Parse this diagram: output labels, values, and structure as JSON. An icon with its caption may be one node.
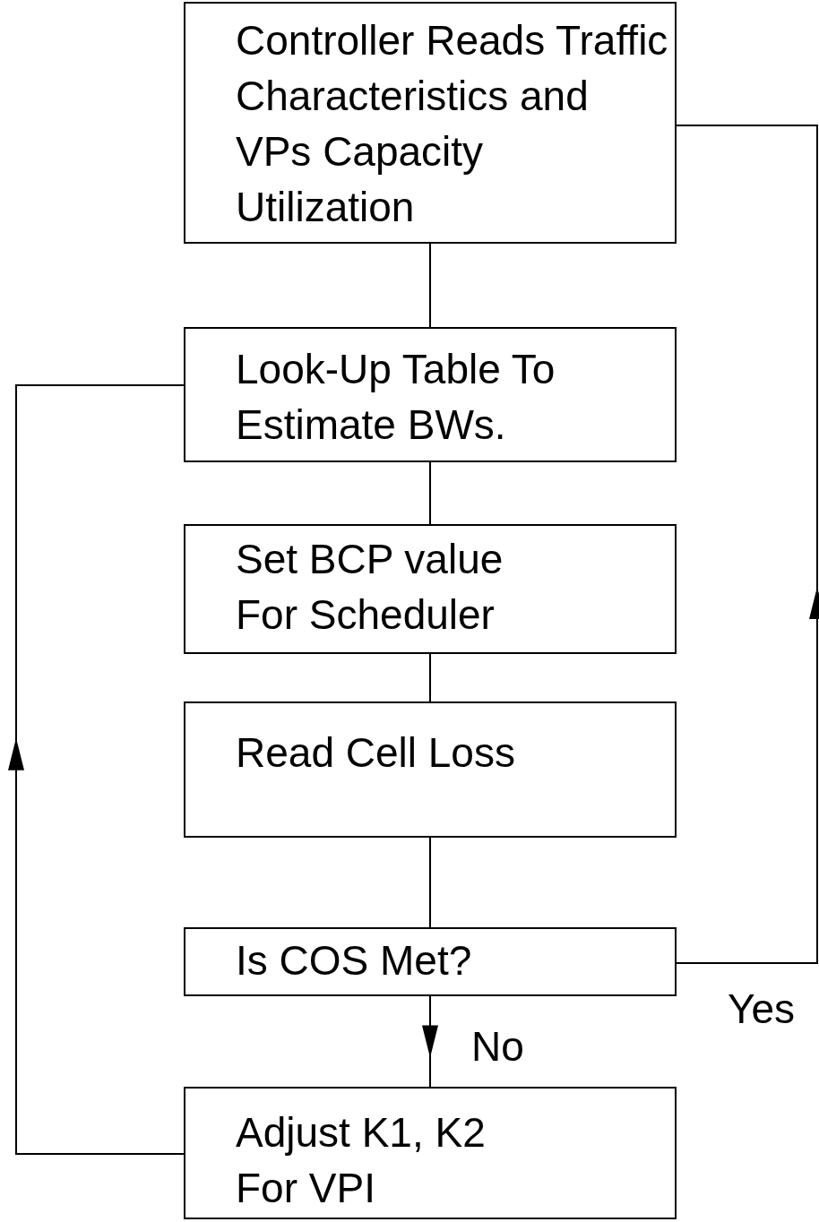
{
  "diagram": {
    "nodes": [
      {
        "text": [
          "Controller Reads Traffic Characteristics and VPs Capacity Utilization"
        ]
      },
      {
        "text": [
          "Look-Up Table To Estimate BWs."
        ]
      },
      {
        "text": [
          "Set BCP value For Scheduler"
        ]
      },
      {
        "text": [
          "Read Cell Loss"
        ]
      },
      {
        "text": [
          "Is COS Met?"
        ]
      },
      {
        "text": [
          "Adjust K1, K2 For VPI"
        ]
      }
    ],
    "edges": [
      {
        "from": 0,
        "to": 1,
        "arrow": "none"
      },
      {
        "from": 1,
        "to": 2,
        "arrow": "none"
      },
      {
        "from": 2,
        "to": 3,
        "arrow": "none"
      },
      {
        "from": 3,
        "to": 4,
        "arrow": "none"
      },
      {
        "from": 4,
        "to": 5,
        "arrow": "to",
        "label": "No"
      },
      {
        "from": 4,
        "to": 0,
        "arrow": "to",
        "label": "Yes"
      },
      {
        "from": 5,
        "to": 1,
        "arrow": "to"
      }
    ]
  }
}
